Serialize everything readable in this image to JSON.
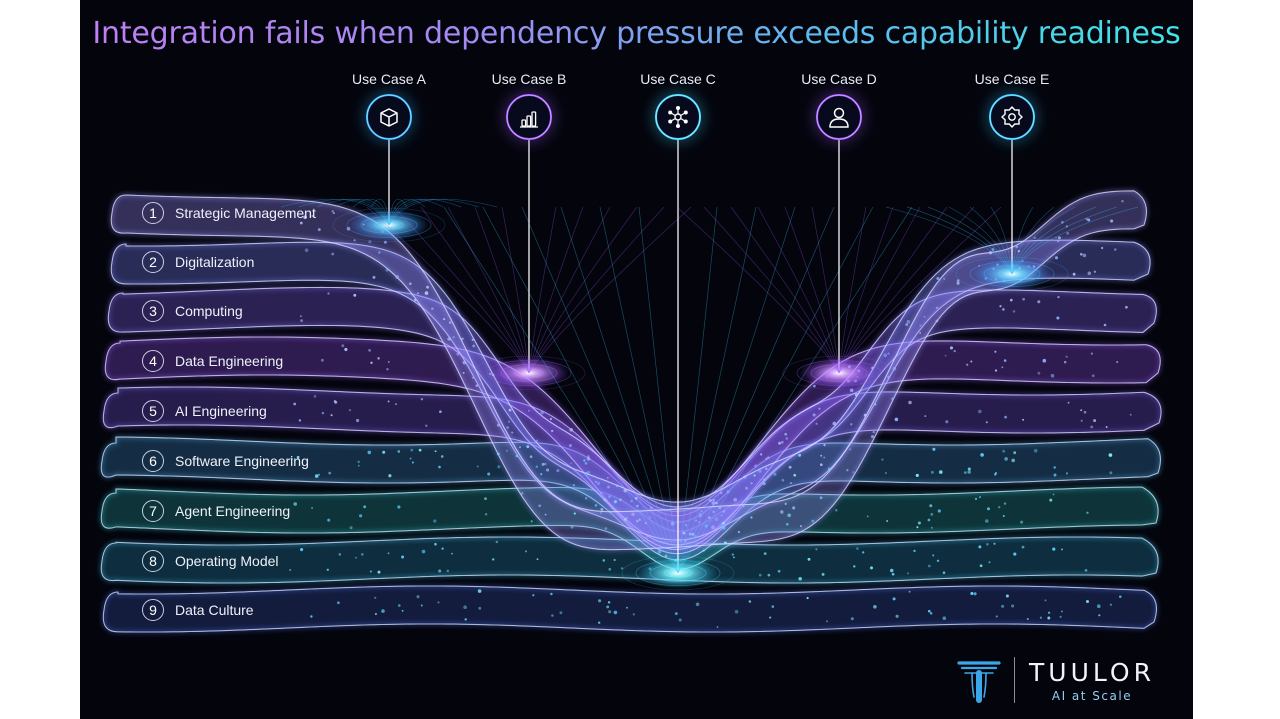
{
  "title": "Integration fails when dependency pressure exceeds capability readiness",
  "use_cases": [
    {
      "label": "Use Case A",
      "icon": "cube-icon",
      "color": "#35b6ff",
      "depth_layer": 1
    },
    {
      "label": "Use Case B",
      "icon": "bar-chart-icon",
      "color": "#a35cff",
      "depth_layer": 4
    },
    {
      "label": "Use Case C",
      "icon": "network-icon",
      "color": "#3fd8ff",
      "depth_layer": 8
    },
    {
      "label": "Use Case D",
      "icon": "user-icon",
      "color": "#a35cff",
      "depth_layer": 4
    },
    {
      "label": "Use Case E",
      "icon": "gear-icon",
      "color": "#35c8ff",
      "depth_layer": 2
    }
  ],
  "layers": [
    {
      "number": "1",
      "label": "Strategic Management",
      "color": "#9a8fff"
    },
    {
      "number": "2",
      "label": "Digitalization",
      "color": "#7f86ff"
    },
    {
      "number": "3",
      "label": "Computing",
      "color": "#8b6cff"
    },
    {
      "number": "4",
      "label": "Data Engineering",
      "color": "#9b5cff"
    },
    {
      "number": "5",
      "label": "AI Engineering",
      "color": "#8a63ff"
    },
    {
      "number": "6",
      "label": "Software Engineering",
      "color": "#4aa8e6"
    },
    {
      "number": "7",
      "label": "Agent Engineering",
      "color": "#2fc6c6"
    },
    {
      "number": "8",
      "label": "Operating Model",
      "color": "#35b4e0"
    },
    {
      "number": "9",
      "label": "Data Culture",
      "color": "#4b6fe8"
    }
  ],
  "brand": {
    "name": "TUULOR",
    "tagline": "AI at Scale",
    "logo_icon": "tuulor-logo-icon",
    "logo_color": "#3aa8e8"
  }
}
